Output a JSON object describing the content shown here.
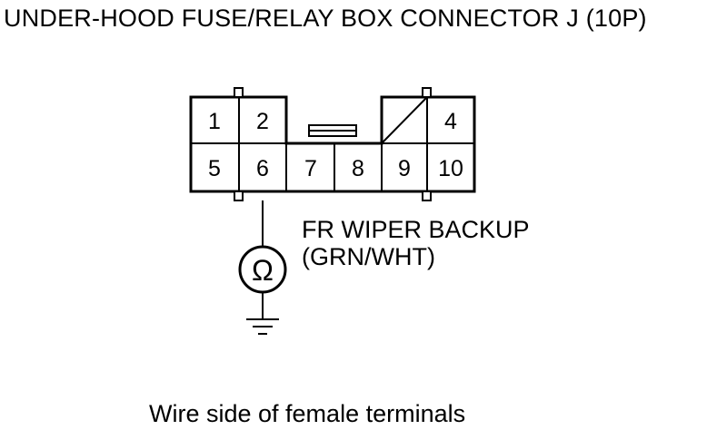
{
  "title": "UNDER-HOOD FUSE/RELAY BOX CONNECTOR J (10P)",
  "caption": "Wire side of female terminals",
  "connector": {
    "top_row": [
      "1",
      "2",
      "",
      "",
      "",
      "4"
    ],
    "bottom_row": [
      "5",
      "6",
      "7",
      "8",
      "9",
      "10"
    ]
  },
  "wire": {
    "name": "FR WIPER BACKUP",
    "color_code": "(GRN/WHT)"
  },
  "meter": {
    "symbol": "Ω"
  }
}
